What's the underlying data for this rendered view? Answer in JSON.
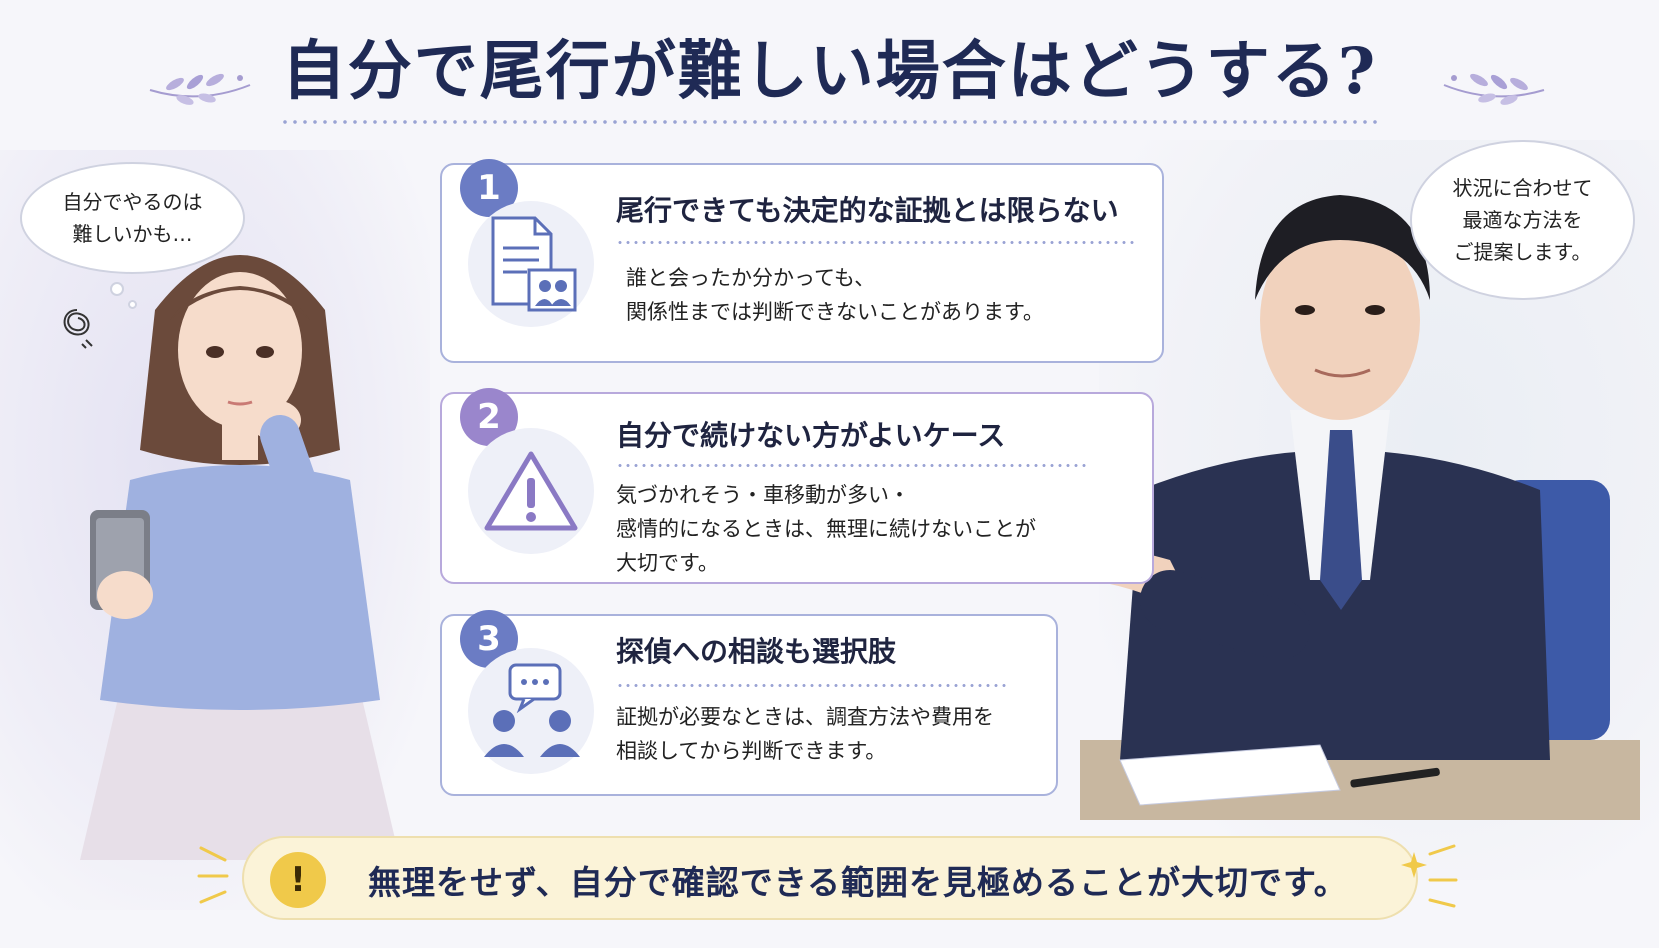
{
  "title": "自分で尾行が難しい場合はどうする?",
  "bubbles": {
    "left": "自分でやるのは\n難しいかも…",
    "right": "状況に合わせて\n最適な方法を\nご提案します。"
  },
  "cards": [
    {
      "number": "1",
      "heading": "尾行できても決定的な証拠とは限らない",
      "body": "誰と会ったか分かっても、\n関係性までは判断できないことがあります。",
      "icon": "document-photo-icon"
    },
    {
      "number": "2",
      "heading": "自分で続けない方がよいケース",
      "body": "気づかれそう・車移動が多い・\n感情的になるときは、無理に続けないことが\n大切です。",
      "icon": "warning-icon"
    },
    {
      "number": "3",
      "heading": "探偵への相談も選択肢",
      "body": "証拠が必要なときは、調査方法や費用を\n相談してから判断できます。",
      "icon": "consultation-icon"
    }
  ],
  "banner": {
    "badge": "!",
    "text": "無理をせず、自分で確認できる範囲を見極めることが大切です。"
  },
  "colors": {
    "title": "#1f2a55",
    "card_border_blue": "#a9b2dc",
    "card_border_purple": "#b8a9dc",
    "number_blue": "#6b7cc4",
    "number_purple": "#9a86cc",
    "banner_bg": "#fbf3d8",
    "badge": "#f0c94a"
  }
}
